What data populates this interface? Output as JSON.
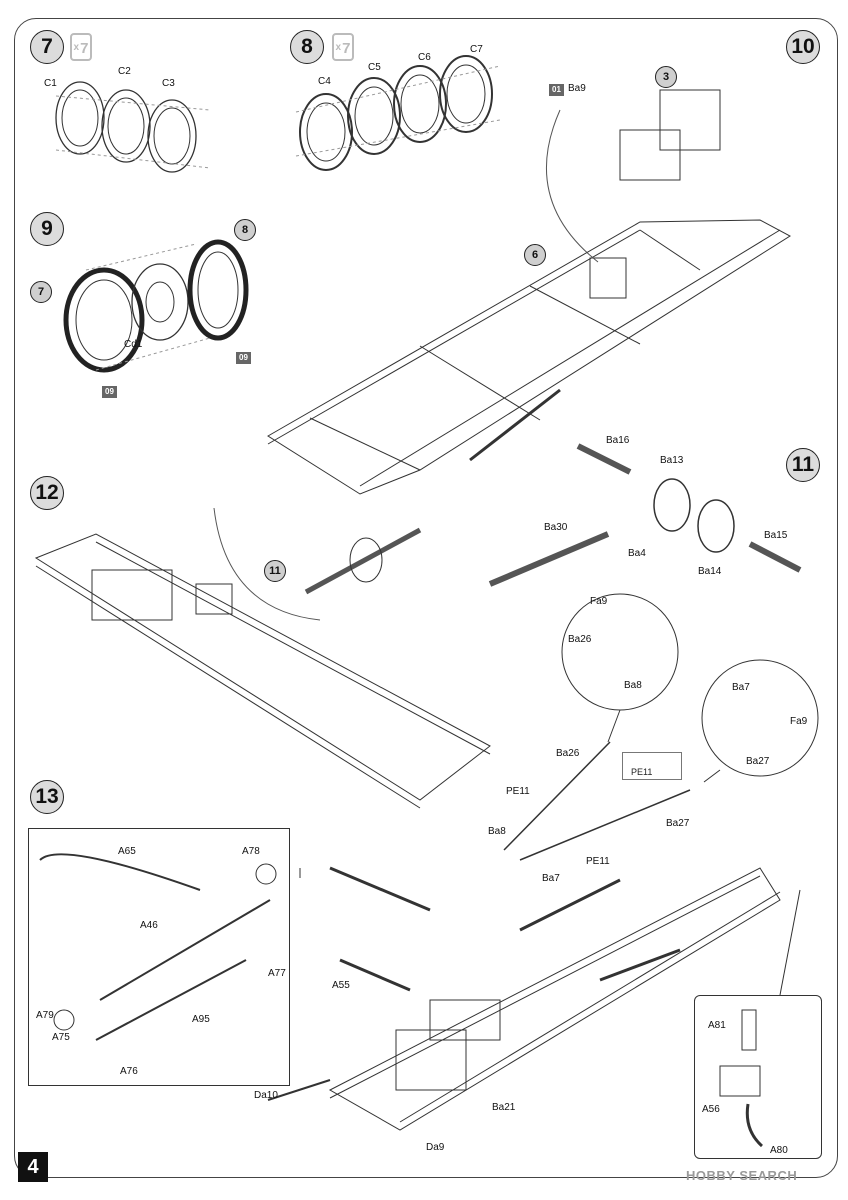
{
  "page": {
    "number": "4",
    "watermark": "HOBBY SEARCH"
  },
  "steps": {
    "s7": "7",
    "s8": "8",
    "s9": "9",
    "s10": "10",
    "s11": "11",
    "s12": "12",
    "s13": "13",
    "mult": "7",
    "mult_x": "x"
  },
  "refs": {
    "r3": "3",
    "r6": "6",
    "r7": "7",
    "r8": "8",
    "r11": "11"
  },
  "tags": {
    "t01": "01",
    "t09a": "09",
    "t09b": "09"
  },
  "labels": {
    "C1": "C1",
    "C2": "C2",
    "C3": "C3",
    "C4": "C4",
    "C5": "C5",
    "C6": "C6",
    "C7": "C7",
    "Cd1": "Cd1",
    "Ba9": "Ba9",
    "Ba16": "Ba16",
    "Ba13": "Ba13",
    "Ba30": "Ba30",
    "Ba4": "Ba4",
    "Ba14": "Ba14",
    "Ba15": "Ba15",
    "Fa9a": "Fa9",
    "Ba26a": "Ba26",
    "Ba8a": "Ba8",
    "Ba7a": "Ba7",
    "Fa9b": "Fa9",
    "Ba27a": "Ba27",
    "Ba26b": "Ba26",
    "PE11a": "PE11",
    "PE11b": "PE11",
    "PE11c": "PE11",
    "Ba8b": "Ba8",
    "Ba7b": "Ba7",
    "Ba27b": "Ba27",
    "A65": "A65",
    "A78": "A78",
    "A46": "A46",
    "A77": "A77",
    "A79": "A79",
    "A95": "A95",
    "A75": "A75",
    "A76": "A76",
    "A55": "A55",
    "Da10": "Da10",
    "Da9": "Da9",
    "Ba21": "Ba21",
    "A81": "A81",
    "A56": "A56",
    "A80": "A80"
  }
}
